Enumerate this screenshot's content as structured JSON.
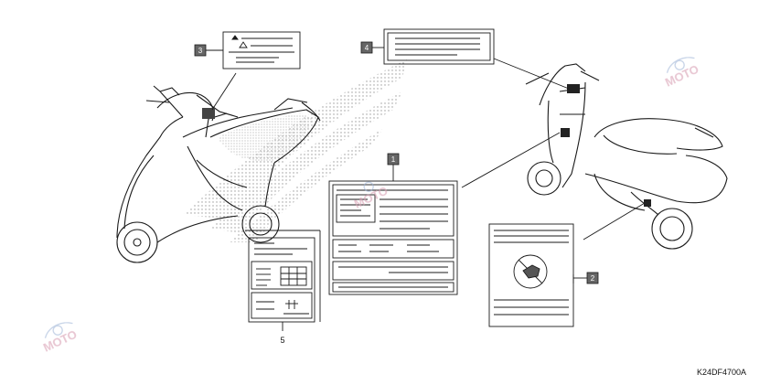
{
  "diagram": {
    "callouts": [
      {
        "id": "label-1",
        "number": "1"
      },
      {
        "id": "label-2",
        "number": "2"
      },
      {
        "id": "label-3",
        "number": "3"
      },
      {
        "id": "label-4",
        "number": "4"
      },
      {
        "id": "label-5",
        "number": "5"
      }
    ],
    "reference_code": "K24DF4700A",
    "watermark": {
      "text": "MOTO",
      "color": "#d9a0b4"
    }
  },
  "colors": {
    "line": "#1a1a1a",
    "callout_box": "#666666",
    "stipple": "#9a9a9a"
  }
}
